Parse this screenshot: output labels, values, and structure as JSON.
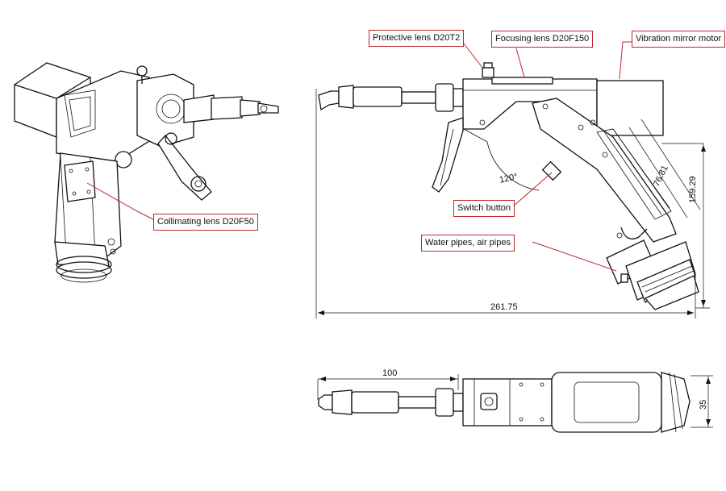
{
  "callouts": {
    "collimating_lens": "Collimating lens D20F50",
    "protective_lens": "Protective lens D20T2",
    "focusing_lens": "Focusing lens D20F150",
    "vibration_motor": "Vibration mirror motor",
    "switch_button": "Switch button",
    "water_air_pipes": "Water pipes, air pipes"
  },
  "dimensions": {
    "overall_length": "261.75",
    "height": "159.29",
    "handle_width": "76.81",
    "angle": "120°",
    "nozzle_length": "100",
    "body_width": "35"
  },
  "colors": {
    "callout_border": "#c0262d",
    "line": "#111111"
  }
}
